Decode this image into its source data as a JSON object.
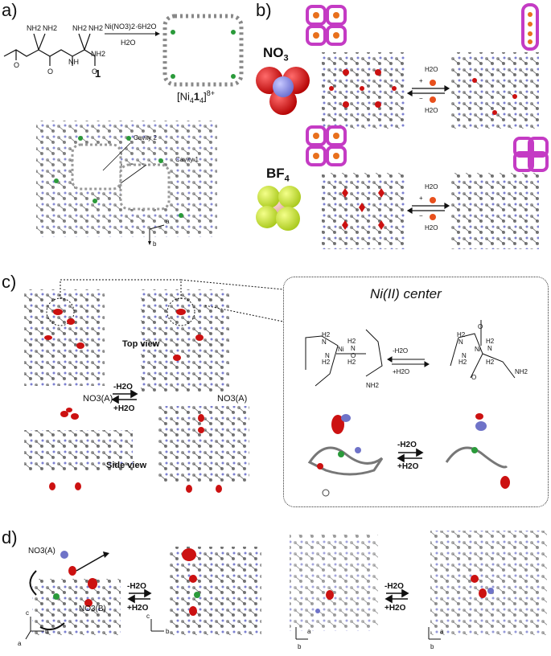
{
  "panels": {
    "a": {
      "label": "a)"
    },
    "b": {
      "label": "b)"
    },
    "c": {
      "label": "c)"
    },
    "d": {
      "label": "d)"
    }
  },
  "panel_a": {
    "reagent": "Ni(NO3)2·6H2O",
    "solvent": "H2O",
    "compound_number": "1",
    "product": "[Ni414]8+",
    "product_parts": {
      "a": "[Ni",
      "b": "4",
      "c": "1",
      "d": "4",
      "e": "]",
      "f": "8+"
    },
    "cavity1": "Cavity 1",
    "cavity2": "Cavity 2",
    "axis_a": "a",
    "axis_b": "b",
    "ligand_labels": [
      "NH2",
      "NH2",
      "NH2",
      "NH2",
      "NH2",
      "NH",
      "O",
      "O",
      "O"
    ]
  },
  "panel_b": {
    "anion1": {
      "name": "NO",
      "sub": "3"
    },
    "anion2": {
      "name": "BF",
      "sub": "4"
    },
    "plus_h2o": "H2O",
    "plus": "+",
    "minus": "−",
    "minus_h2o": "H2O"
  },
  "panel_c": {
    "top_view": "Top view",
    "side_view": "Side view",
    "no3_label_left": "NO3(A)",
    "no3_label_right": "NO3(A)",
    "minus_h2o": "-H2O",
    "plus_h2o": "+H2O",
    "ni_center_title": "Ni(II) center",
    "inner_minus_h2o": "-H2O",
    "inner_plus_h2o": "+H2O",
    "bottom_minus_h2o": "-H2O",
    "bottom_plus_h2o": "+H2O",
    "left_struct_labels": [
      "H2",
      "N",
      "H2",
      "N",
      "Ni",
      "H2",
      "N",
      "H2",
      "O",
      "NH2"
    ],
    "right_struct_labels": [
      "H2",
      "N",
      "H2",
      "N",
      "Ni",
      "H2",
      "N",
      "H2",
      "O",
      "NH2",
      "O"
    ]
  },
  "panel_d": {
    "no3a": "NO3(A)",
    "no3b": "NO3(B)",
    "minus_h2o_1": "-H2O",
    "plus_h2o_1": "+H2O",
    "minus_h2o_2": "-H2O",
    "plus_h2o_2": "+H2O",
    "axis_c": "c",
    "axis_a": "a",
    "axis_b": "b"
  },
  "colors": {
    "ni": "#2a9a3a",
    "carbon": "#8a8a8a",
    "nitrogen": "#6f73c8",
    "oxygen": "#cc1111",
    "fluorine": "#c9e63a",
    "boron": "#e7b6b0",
    "magenta": "#c43bc4"
  }
}
